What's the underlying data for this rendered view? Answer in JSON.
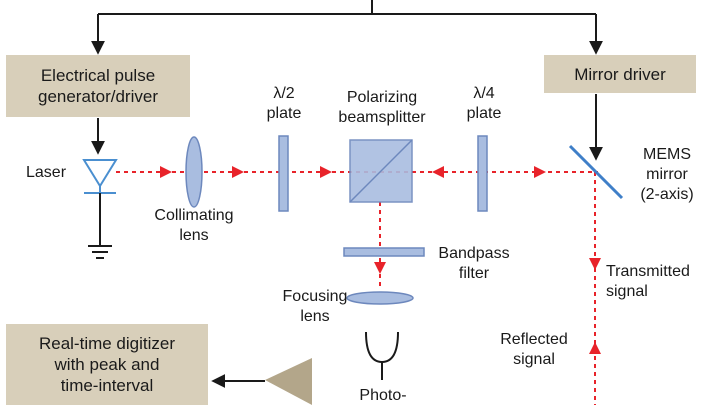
{
  "boxes": {
    "pulse_generator": "Electrical pulse\ngenerator/driver",
    "mirror_driver": "Mirror driver",
    "digitizer": "Real-time digitizer\nwith peak and\ntime-interval"
  },
  "labels": {
    "laser": "Laser",
    "collimating_lens": "Collimating\nlens",
    "half_wave_plate": "λ/2\nplate",
    "polarizing_beamsplitter": "Polarizing\nbeamsplitter",
    "quarter_wave_plate": "λ/4\nplate",
    "mems_mirror": "MEMS\nmirror\n(2-axis)",
    "bandpass_filter": "Bandpass\nfilter",
    "focusing_lens": "Focusing\nlens",
    "transmitted_signal": "Transmitted\nsignal",
    "reflected_signal": "Reflected\nsignal",
    "photodetector": "Photo-"
  },
  "colors": {
    "box_fill": "#d8cfba",
    "optics_fill": "#a9bde0",
    "optics_stroke": "#6d88bd",
    "beam": "#e8232a",
    "wire": "#1a1a1a",
    "amplifier": "#b3a68a",
    "laser_diode": "#4a8fd0"
  }
}
